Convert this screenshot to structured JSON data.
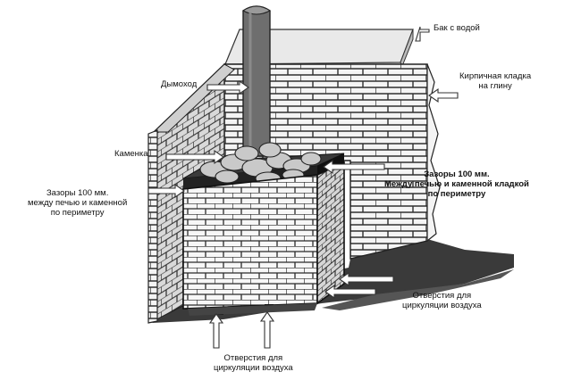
{
  "labels": {
    "water_tank": "Бак с водой",
    "chimney": "Дымоход",
    "brickwork": {
      "line1": "Кирпичная кладка",
      "line2": "на глину"
    },
    "stone_heater": "Каменка",
    "gap_left": {
      "line1": "Зазоры 100 мм.",
      "line2": "между печью и каменной",
      "line3": "по периметру"
    },
    "gap_right": {
      "line1": "Зазоры 100 мм.",
      "line2": "Между печью и каменной кладкой",
      "line3": "по периметру"
    },
    "air_holes_right": {
      "line1": "Отверстия для",
      "line2": "циркуляции воздуха"
    },
    "air_holes_bottom": {
      "line1": "Отверстия для",
      "line2": "циркуляции воздуха"
    }
  },
  "colors": {
    "brick_fill": "#f2f2f2",
    "mortar": "#3a3a3a",
    "shadow_floor": "#2b2b2b",
    "chimney_fill": "#6a6a6a",
    "stone_fill": "#c8c8c8",
    "arrow_fill": "#ffffff"
  }
}
